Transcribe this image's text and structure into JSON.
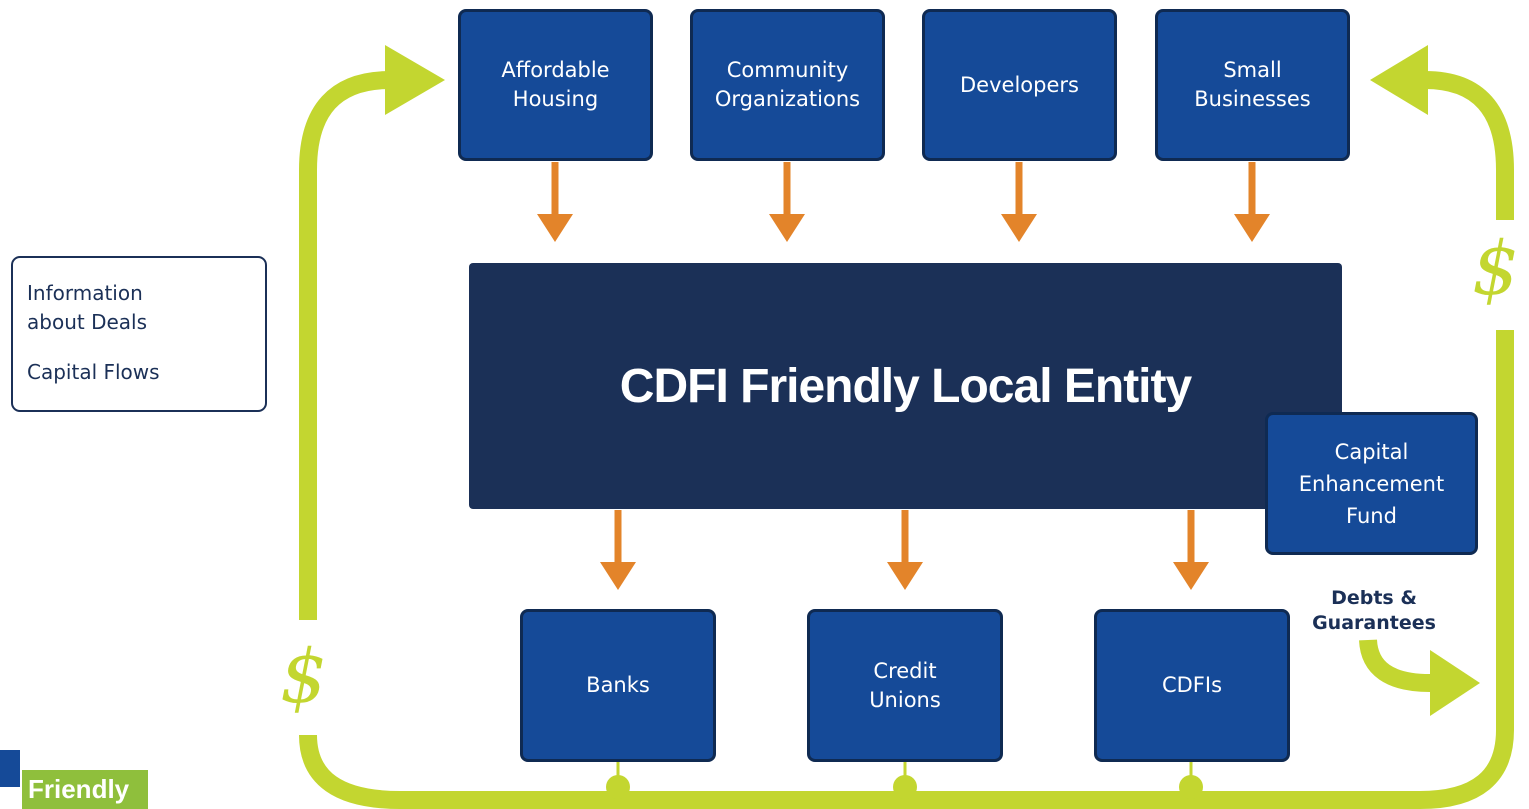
{
  "colors": {
    "box_blue": "#154a98",
    "center_navy": "#1b3057",
    "info_arrow": "#e3842a",
    "capital_arrow": "#c3d630"
  },
  "top_boxes": [
    {
      "label": "Affordable\nHousing"
    },
    {
      "label": "Community\nOrganizations"
    },
    {
      "label": "Developers"
    },
    {
      "label": "Small\nBusinesses"
    }
  ],
  "center_entity": {
    "label": "CDFI Friendly Local Entity"
  },
  "bottom_boxes": [
    {
      "label": "Banks"
    },
    {
      "label": "Credit\nUnions"
    },
    {
      "label": "CDFIs"
    }
  ],
  "fund": {
    "label": "Capital\nEnhancement\nFund"
  },
  "debts_label": "Debts  &\nGuarantees",
  "dollar_symbol": "$",
  "legend": {
    "info_label": "Information\nabout Deals",
    "capital_label": "Capital Flows"
  },
  "logo": {
    "word": "Friendly",
    "mark": "logo-mark"
  }
}
